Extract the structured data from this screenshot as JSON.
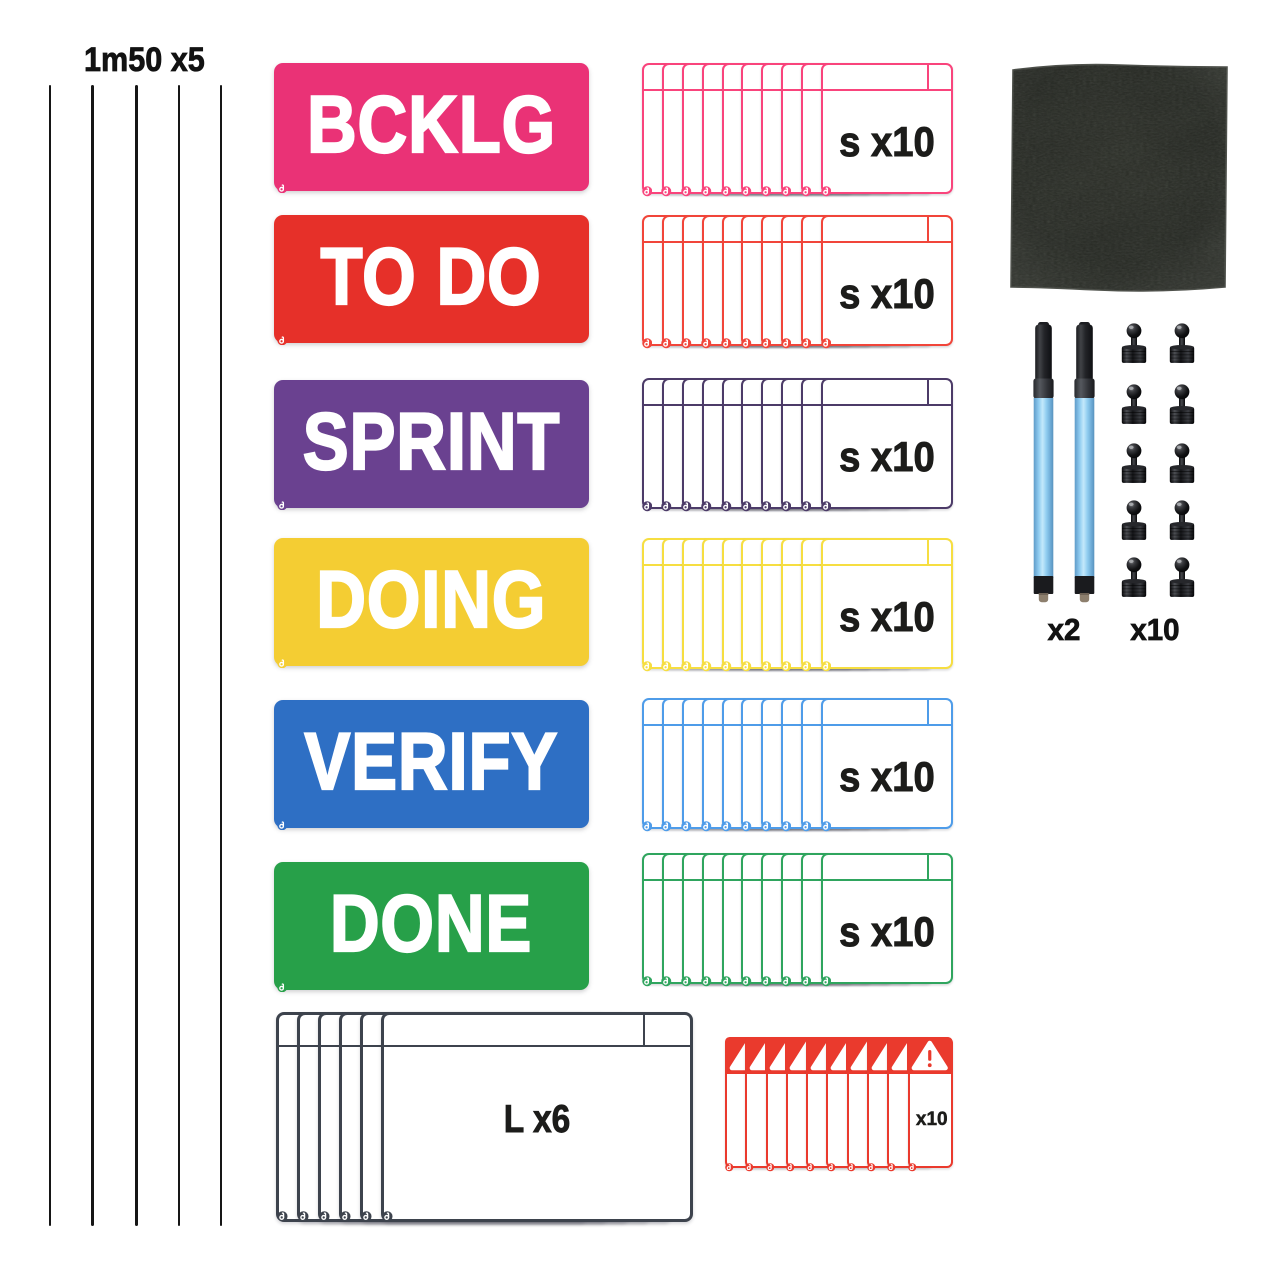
{
  "strips": {
    "label": "1m50 x5",
    "count": 5,
    "color": "#161616"
  },
  "header_cards": [
    {
      "id": "bcklg",
      "label": "BCKLG",
      "color": "#ea3276"
    },
    {
      "id": "todo",
      "label": "TO DO",
      "color": "#e63029"
    },
    {
      "id": "sprint",
      "label": "SPRINT",
      "color": "#6a4190"
    },
    {
      "id": "doing",
      "label": "DOING",
      "color": "#f4cd33"
    },
    {
      "id": "verify",
      "label": "VERIFY",
      "color": "#2e6fc4"
    },
    {
      "id": "done",
      "label": "DONE",
      "color": "#27a049"
    }
  ],
  "s_card_stacks": [
    {
      "id": "pink",
      "label": "s x10",
      "count": 10,
      "color": "#f9447c"
    },
    {
      "id": "red",
      "label": "s x10",
      "count": 10,
      "color": "#f1453a"
    },
    {
      "id": "purple",
      "label": "s x10",
      "count": 10,
      "color": "#4c3b68"
    },
    {
      "id": "yellow",
      "label": "s x10",
      "count": 10,
      "color": "#f6de41"
    },
    {
      "id": "blue",
      "label": "s x10",
      "count": 10,
      "color": "#4e9ce9"
    },
    {
      "id": "green",
      "label": "s x10",
      "count": 10,
      "color": "#2fa55e"
    }
  ],
  "l_card_stack": {
    "label": "L x6",
    "count": 6,
    "color": "#3d434d"
  },
  "warning_card_stack": {
    "label": "x10",
    "count": 10,
    "color": "#ea3a2d",
    "icon": "warning-triangle-icon"
  },
  "cloth": {
    "color": "#373a36"
  },
  "markers": {
    "label": "x2",
    "count": 2,
    "body_color": "#9fd6f4",
    "cap_color": "#222226"
  },
  "magnet_pins": {
    "label": "x10",
    "count": 10,
    "color": "#141416"
  }
}
